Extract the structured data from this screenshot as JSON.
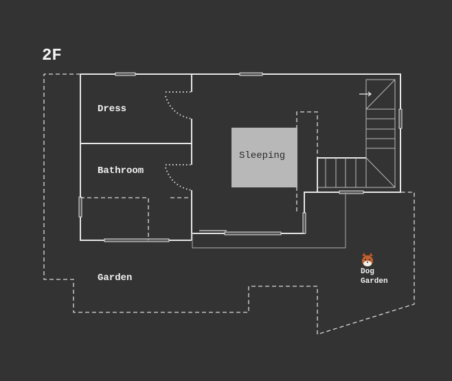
{
  "floor_label": "2F",
  "rooms": {
    "dress": "Dress",
    "bathroom": "Bathroom",
    "sleeping": "Sleeping",
    "garden": "Garden",
    "dog_garden_line1": "Dog",
    "dog_garden_line2": "Garden"
  },
  "colors": {
    "background": "#333333",
    "sleeping_fill": "#b8b8b8",
    "wall": "#e6e6e6"
  },
  "icons": {
    "dog": "shiba-dog-icon",
    "stairs_arrow": "arrow-right-icon"
  }
}
